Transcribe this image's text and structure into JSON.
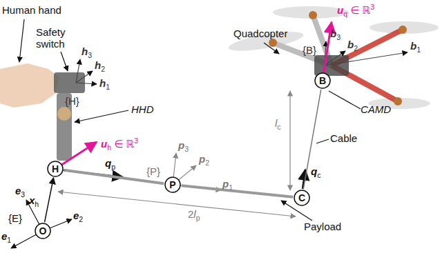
{
  "diagram": {
    "nodes": [
      {
        "text": [
          "H"
        ]
      },
      {
        "text": [
          "P"
        ]
      },
      {
        "text": [
          "C"
        ]
      },
      {
        "text": [
          "B"
        ]
      },
      {
        "text": [
          "O"
        ]
      }
    ],
    "edges": [
      {
        "from": 4,
        "to": 0,
        "arrow": "to"
      },
      {
        "from": 0,
        "to": 1,
        "arrow": "none"
      },
      {
        "from": 1,
        "to": 2,
        "arrow": "none"
      },
      {
        "from": 2,
        "to": 3,
        "arrow": "none"
      }
    ],
    "labels": [
      "Human hand",
      "Safety switch",
      "Quadcopter",
      "uq ∈ ℝ3",
      "b3",
      "b2",
      "b1",
      "{B}",
      "h3",
      "h2",
      "h1",
      "{H}",
      "HHD",
      "uh ∈ ℝ3",
      "qp",
      "p3",
      "p2",
      "p1",
      "{P}",
      "CAMD",
      "lc",
      "Cable",
      "qc",
      "e3",
      "e2",
      "xh",
      "e1",
      "{E}",
      "2lp",
      "Payload"
    ]
  }
}
